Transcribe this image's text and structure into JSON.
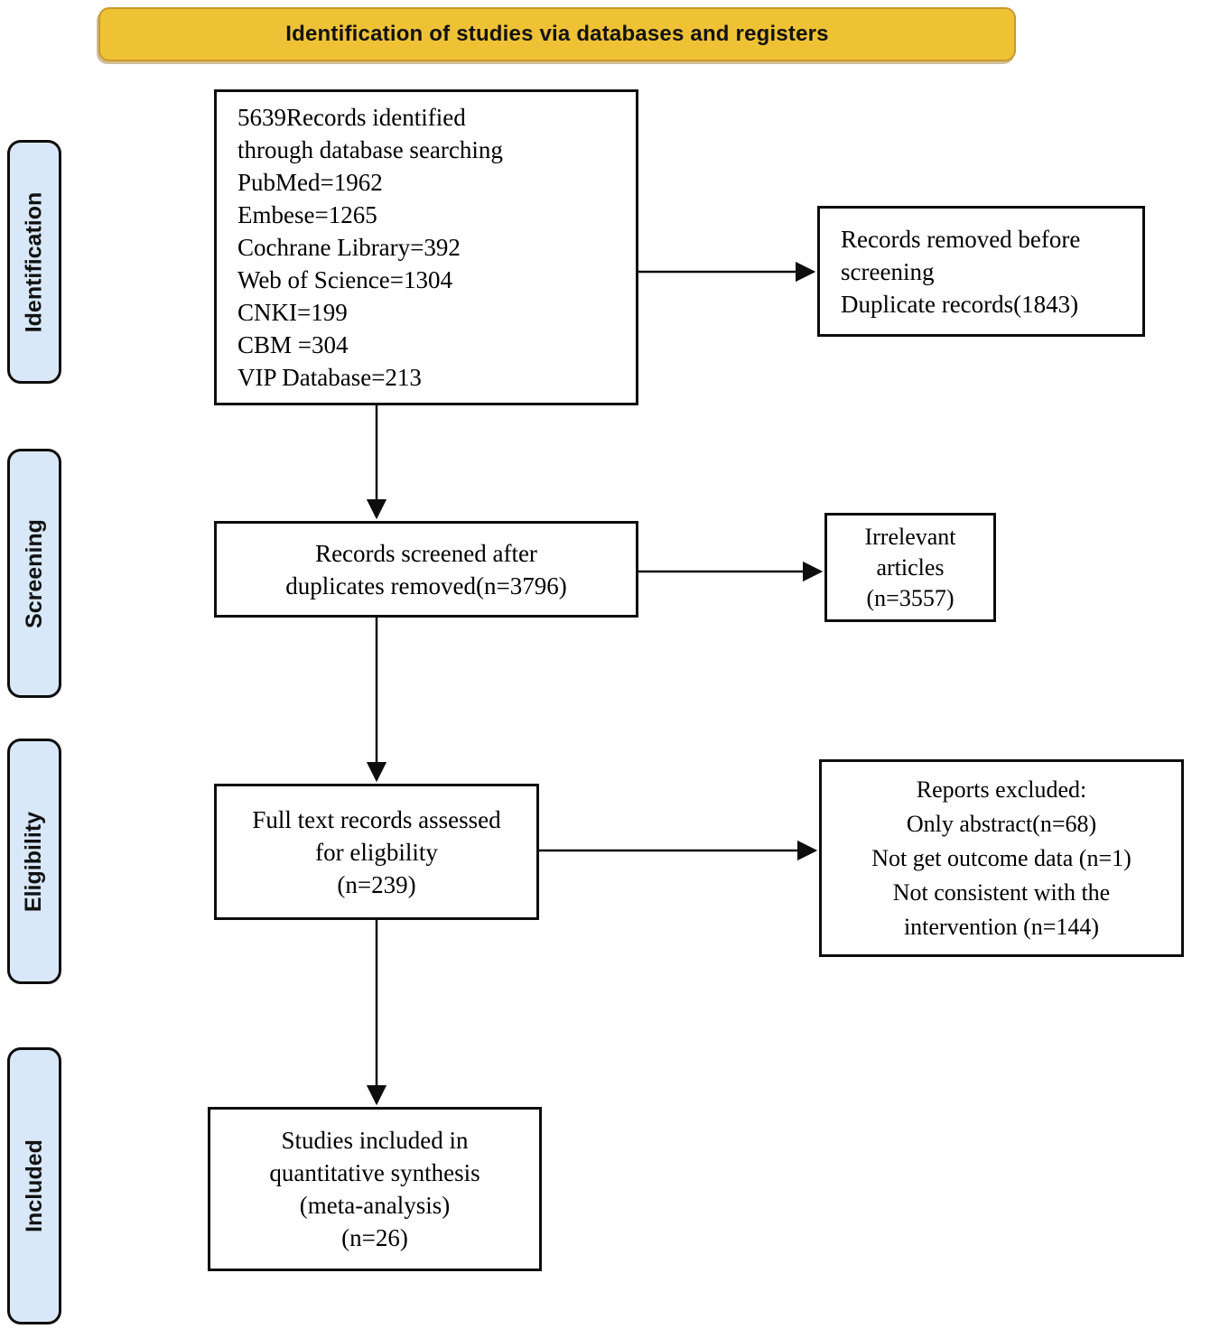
{
  "header": {
    "title": "Identification of studies via databases and registers"
  },
  "sidebar": {
    "stages": [
      {
        "label": "Identification"
      },
      {
        "label": "Screening"
      },
      {
        "label": "Eligibility"
      },
      {
        "label": "Included"
      }
    ]
  },
  "flow": {
    "identified": {
      "lines": [
        "5639Records identified",
        "through database searching",
        "PubMed=1962",
        "Embese=1265",
        "Cochrane Library=392",
        "Web of Science=1304",
        "CNKI=199",
        "CBM =304",
        "VIP Database=213"
      ]
    },
    "removed": {
      "lines": [
        "Records removed before",
        "screening",
        "Duplicate records(1843)"
      ]
    },
    "screened": {
      "lines": [
        "Records screened after",
        "duplicates removed(n=3796)"
      ]
    },
    "irrelevant": {
      "lines": [
        "Irrelevant",
        "articles",
        "(n=3557)"
      ]
    },
    "fulltext": {
      "lines": [
        "Full text records assessed",
        "for eligbility",
        "(n=239)"
      ]
    },
    "excluded": {
      "lines": [
        "Reports excluded:",
        "Only abstract(n=68)",
        "Not get outcome data (n=1)",
        "Not consistent with the",
        "intervention (n=144)"
      ]
    },
    "included": {
      "lines": [
        "Studies included in",
        "quantitative synthesis",
        "(meta-analysis)",
        "(n=26)"
      ]
    }
  },
  "colors": {
    "banner_fill": "#EFC236",
    "banner_border": "#C9982C",
    "stage_fill": "#D9E8F8",
    "box_border": "#0d0d0d",
    "text": "#000000"
  }
}
